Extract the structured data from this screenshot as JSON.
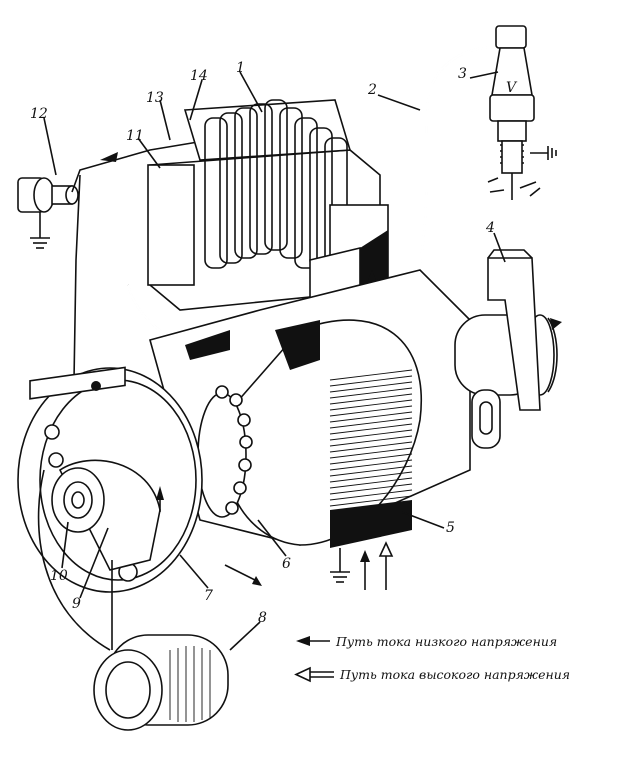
{
  "callouts": [
    {
      "id": "1",
      "text": "1"
    },
    {
      "id": "2",
      "text": "2"
    },
    {
      "id": "3",
      "text": "3"
    },
    {
      "id": "4",
      "text": "4"
    },
    {
      "id": "5",
      "text": "5"
    },
    {
      "id": "6",
      "text": "6"
    },
    {
      "id": "7",
      "text": "7"
    },
    {
      "id": "8",
      "text": "8"
    },
    {
      "id": "9",
      "text": "9"
    },
    {
      "id": "10",
      "text": "10"
    },
    {
      "id": "11",
      "text": "11"
    },
    {
      "id": "12",
      "text": "12"
    },
    {
      "id": "13",
      "text": "13"
    },
    {
      "id": "14",
      "text": "14"
    }
  ],
  "legend": {
    "low_voltage": "Путь тока низкого напряжения",
    "high_voltage": "Путь тока высокого напряжения"
  },
  "colors": {
    "ink": "#111111",
    "paper": "#ffffff"
  }
}
